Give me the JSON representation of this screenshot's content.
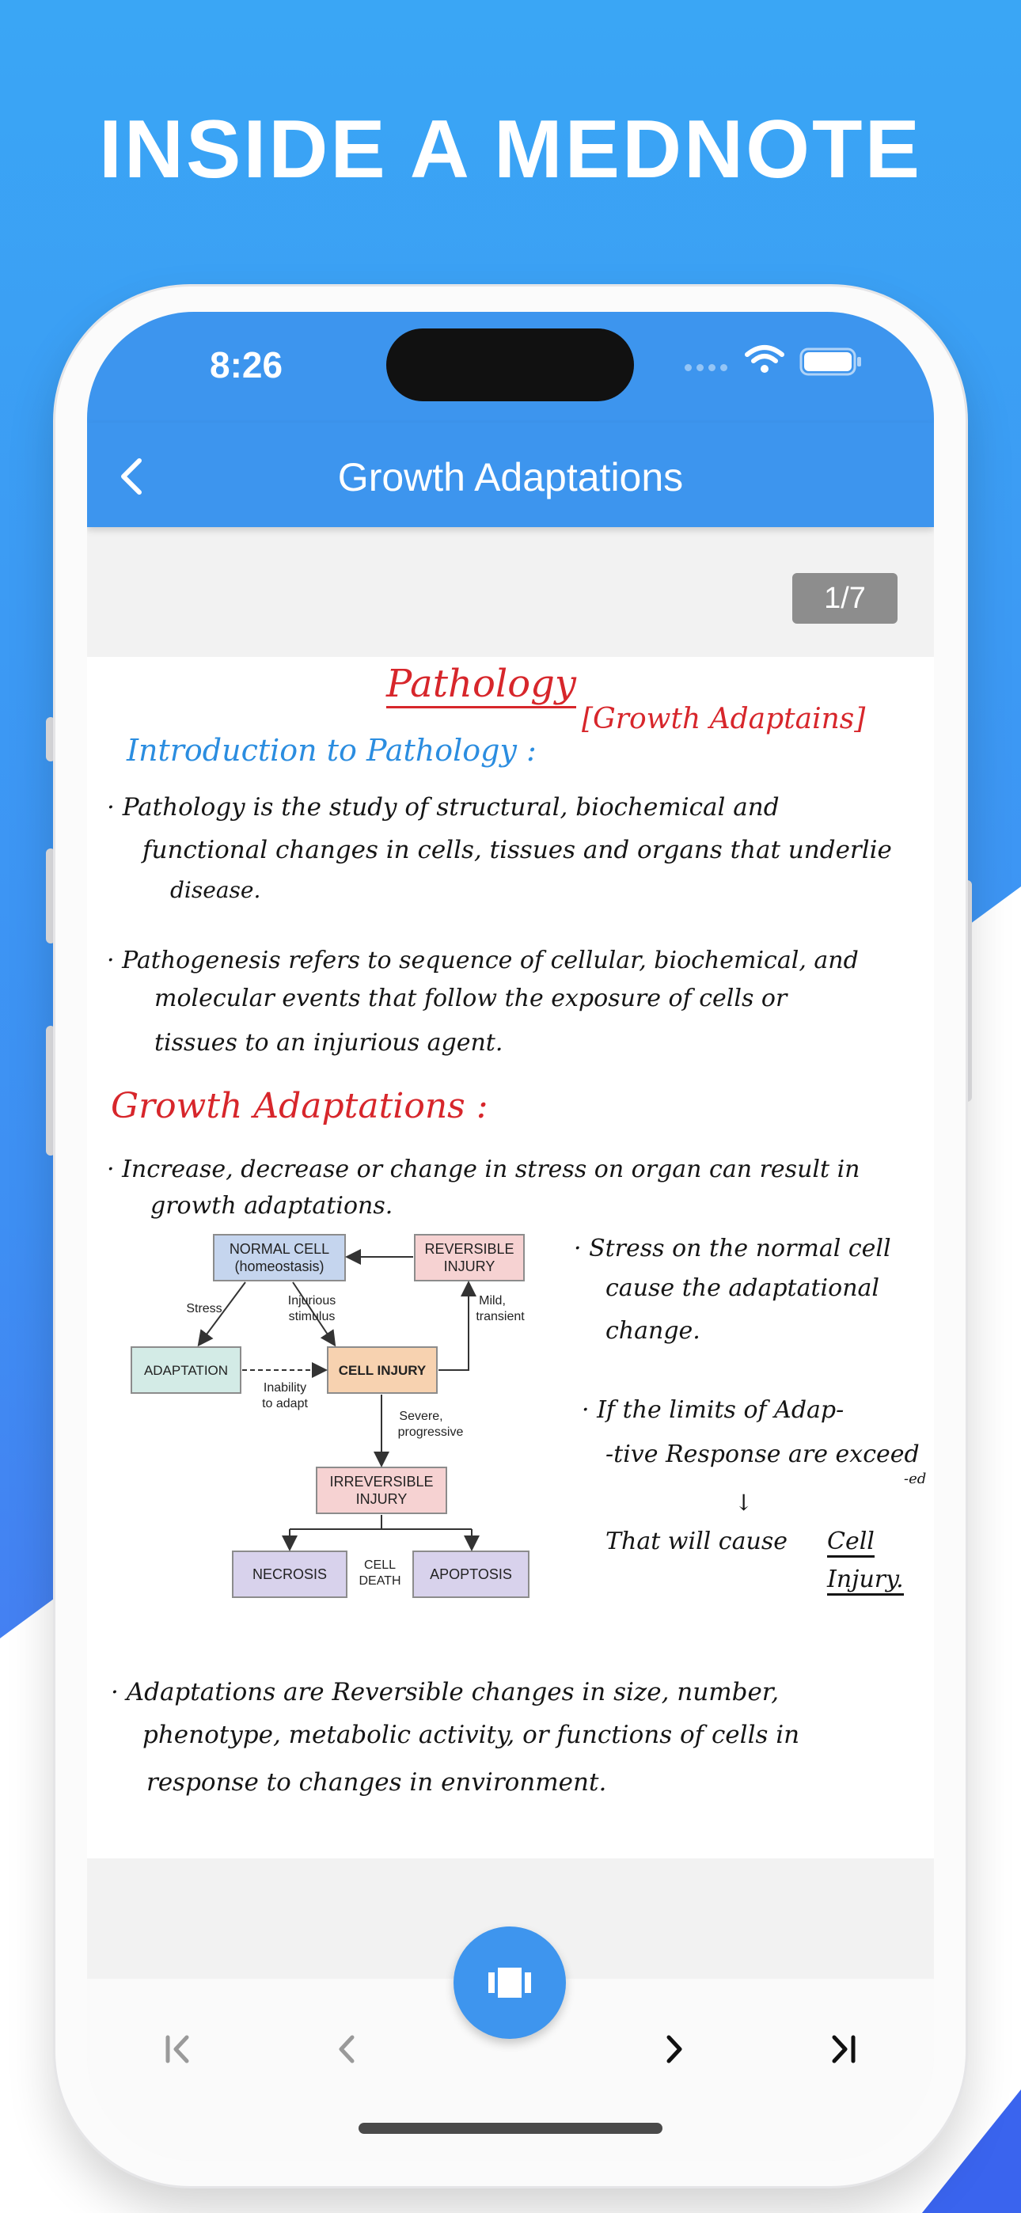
{
  "headline": "INSIDE A MEDNOTE",
  "status": {
    "time": "8:26"
  },
  "app_bar": {
    "title": "Growth Adaptations"
  },
  "page_indicator": "1/7",
  "note": {
    "title": "Pathology",
    "subtitle": "[Growth Adaptains]",
    "intro_heading": "Introduction to Pathology :",
    "bullet1_line1": "· Pathology is the study of structural, biochemical and",
    "bullet1_line2": "functional changes in cells, tissues and organs that underlie",
    "bullet1_line3": "disease.",
    "bullet2_line1": "· Pathogenesis refers to sequence of cellular, biochemical, and",
    "bullet2_line2": "molecular events that follow the exposure of cells or",
    "bullet2_line3": "tissues to an injurious agent.",
    "growth_heading": "Growth Adaptations :",
    "bullet3_line1": "· Increase, decrease or change in stress on organ can result in",
    "bullet3_line2": "growth adaptations.",
    "side1_line1": "· Stress on the normal cell",
    "side1_line2": "cause the adaptational",
    "side1_line3": "change.",
    "side2_line1": "· If the limits of Adap-",
    "side2_line2": "-tive Response are exceed",
    "side2_line2b": "-ed",
    "side2_arrow": "↓",
    "side2_line3": "That will cause",
    "side2_cell": "Cell",
    "side2_injury": "Injury.",
    "bullet4_line1": "· Adaptations are Reversible changes in size, number,",
    "bullet4_line2": "phenotype, metabolic activity, or functions of cells in",
    "bullet4_line3": "response to changes in environment."
  },
  "diagram": {
    "normal_cell_1": "NORMAL CELL",
    "normal_cell_2": "(homeostasis)",
    "reversible_1": "REVERSIBLE",
    "reversible_2": "INJURY",
    "stress": "Stress",
    "injurious_1": "Injurious",
    "injurious_2": "stimulus",
    "mild_1": "Mild,",
    "mild_2": "transient",
    "adaptation": "ADAPTATION",
    "inability_1": "Inability",
    "inability_2": "to adapt",
    "cell_injury": "CELL INJURY",
    "severe_1": "Severe,",
    "severe_2": "progressive",
    "irreversible_1": "IRREVERSIBLE",
    "irreversible_2": "INJURY",
    "necrosis": "NECROSIS",
    "cell_death_1": "CELL",
    "cell_death_2": "DEATH",
    "apoptosis": "APOPTOSIS"
  },
  "icons": {
    "back": "chevron-left-icon",
    "first": "first-page-icon",
    "prev": "chevron-left-icon",
    "next": "chevron-right-icon",
    "last": "last-page-icon",
    "fab": "carousel-icon"
  },
  "colors": {
    "primary": "#3d95ee",
    "red_ink": "#d7262b",
    "blue_ink": "#2b8de0",
    "adaptation_box": "#d3ebe6",
    "normal_box": "#c5d5ee",
    "reversible_box": "#f6d2d2",
    "cell_injury_box": "#f7d2b0",
    "death_box": "#d8d2ec"
  }
}
